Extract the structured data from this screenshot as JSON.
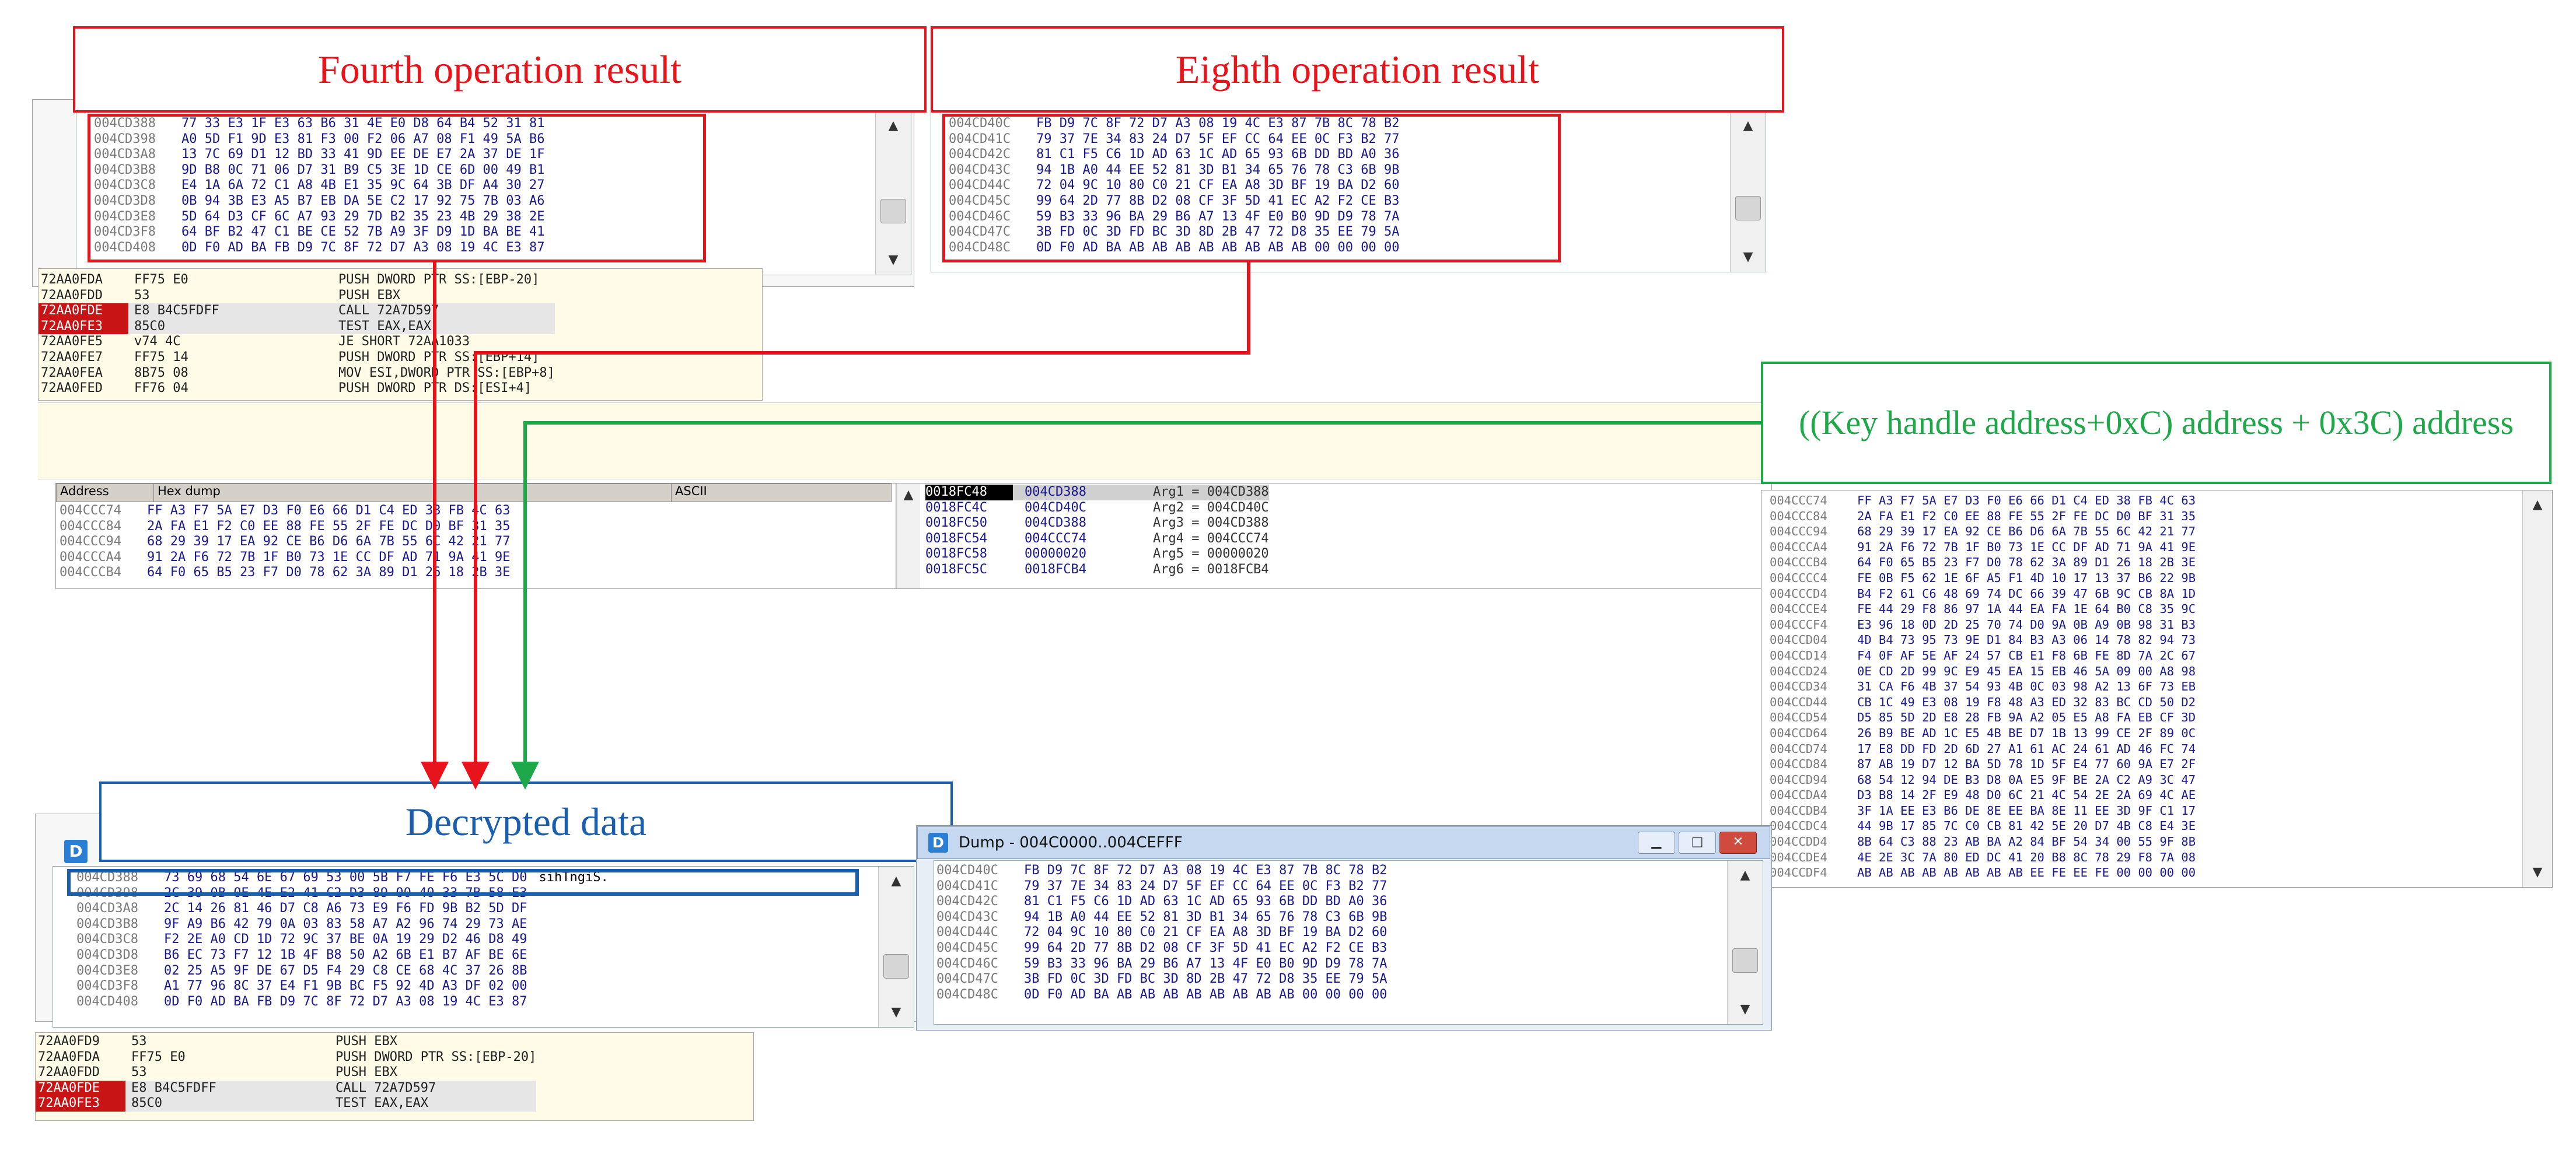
{
  "captions": {
    "fourth": "Fourth operation result",
    "eighth": "Eighth operation result",
    "key_handle": "((Key handle address+0xC) address + 0x3C) address",
    "decrypted": "Decrypted data"
  },
  "colors": {
    "red": "#e8141c",
    "green": "#1ea84a",
    "blue": "#1a5fad"
  },
  "dump_fourth": {
    "rows": [
      {
        "addr": "004CD388",
        "hex": "77 33 E3 1F E3 63 B6 31 4E E0 D8 64 B4 52 31 81"
      },
      {
        "addr": "004CD398",
        "hex": "A0 5D F1 9D E3 81 F3 00 F2 06 A7 08 F1 49 5A B6"
      },
      {
        "addr": "004CD3A8",
        "hex": "13 7C 69 D1 12 BD 33 41 9D EE DE E7 2A 37 DE 1F"
      },
      {
        "addr": "004CD3B8",
        "hex": "9D B8 0C 71 06 D7 31 B9 C5 3E 1D CE 6D 00 49 B1"
      },
      {
        "addr": "004CD3C8",
        "hex": "E4 1A 6A 72 C1 A8 4B E1 35 9C 64 3B DF A4 30 27"
      },
      {
        "addr": "004CD3D8",
        "hex": "0B 94 3B E3 A5 B7 EB DA 5E C2 17 92 75 7B 03 A6"
      },
      {
        "addr": "004CD3E8",
        "hex": "5D 64 D3 CF 6C A7 93 29 7D B2 35 23 4B 29 38 2E"
      },
      {
        "addr": "004CD3F8",
        "hex": "64 BF B2 47 C1 BE CE 52 7B A9 3F D9 1D BA BE 41"
      },
      {
        "addr": "004CD408",
        "hex": "0D F0 AD BA FB D9 7C 8F 72 D7 A3 08 19 4C E3 87"
      }
    ]
  },
  "dump_eighth": {
    "rows": [
      {
        "addr": "004CD40C",
        "hex": "FB D9 7C 8F 72 D7 A3 08 19 4C E3 87 7B 8C 78 B2"
      },
      {
        "addr": "004CD41C",
        "hex": "79 37 7E 34 83 24 D7 5F EF CC 64 EE 0C F3 B2 77"
      },
      {
        "addr": "004CD42C",
        "hex": "81 C1 F5 C6 1D AD 63 1C AD 65 93 6B DD BD A0 36"
      },
      {
        "addr": "004CD43C",
        "hex": "94 1B A0 44 EE 52 81 3D B1 34 65 76 78 C3 6B 9B"
      },
      {
        "addr": "004CD44C",
        "hex": "72 04 9C 10 80 C0 21 CF EA A8 3D BF 19 BA D2 60"
      },
      {
        "addr": "004CD45C",
        "hex": "99 64 2D 77 8B D2 08 CF 3F 5D 41 EC A2 F2 CE B3"
      },
      {
        "addr": "004CD46C",
        "hex": "59 B3 33 96 BA 29 B6 A7 13 4F E0 B0 9D D9 78 7A"
      },
      {
        "addr": "004CD47C",
        "hex": "3B FD 0C 3D FD BC 3D 8D 2B 47 72 D8 35 EE 79 5A"
      },
      {
        "addr": "004CD48C",
        "hex": "0D F0 AD BA AB AB AB AB AB AB AB AB 00 00 00 00"
      }
    ]
  },
  "disasm_top": {
    "rows": [
      {
        "addr": "72AA0FDA",
        "bytes": "FF75 E0",
        "instr": "PUSH DWORD PTR SS:[EBP-20]",
        "hl": false
      },
      {
        "addr": "72AA0FDD",
        "bytes": "53",
        "instr": "PUSH EBX",
        "hl": false
      },
      {
        "addr": "72AA0FDE",
        "bytes": "E8 B4C5FDFF",
        "instr": "CALL 72A7D597",
        "hl": true
      },
      {
        "addr": "72AA0FE3",
        "bytes": "85C0",
        "instr": "TEST EAX,EAX",
        "hl": true
      },
      {
        "addr": "72AA0FE5",
        "bytes": "v74 4C",
        "instr": "JE SHORT 72AA1033",
        "hl": false
      },
      {
        "addr": "72AA0FE7",
        "bytes": "FF75 14",
        "instr": "PUSH DWORD PTR SS:[EBP+14]",
        "hl": false
      },
      {
        "addr": "72AA0FEA",
        "bytes": "8B75 08",
        "instr": "MOV ESI,DWORD PTR SS:[EBP+8]",
        "hl": false
      },
      {
        "addr": "72AA0FED",
        "bytes": "FF76 04",
        "instr": "PUSH DWORD PTR DS:[ESI+4]",
        "hl": false
      }
    ]
  },
  "hexdump_mid": {
    "header": {
      "address": "Address",
      "hex": "Hex dump",
      "ascii": "ASCII"
    },
    "rows": [
      {
        "addr": "004CCC74",
        "hex": "FF A3 F7 5A E7 D3 F0 E6 66 D1 C4 ED 38 FB 4C 63"
      },
      {
        "addr": "004CCC84",
        "hex": "2A FA E1 F2 C0 EE 88 FE 55 2F FE DC D0 BF 31 35"
      },
      {
        "addr": "004CCC94",
        "hex": "68 29 39 17 EA 92 CE B6 D6 6A 7B 55 6C 42 21 77"
      },
      {
        "addr": "004CCCA4",
        "hex": "91 2A F6 72 7B 1F B0 73 1E CC DF AD 71 9A 41 9E"
      },
      {
        "addr": "004CCCB4",
        "hex": "64 F0 65 B5 23 F7 D0 78 62 3A 89 D1 26 18 2B 3E"
      }
    ]
  },
  "stack": {
    "rows": [
      {
        "addr": "0018FC48",
        "val": "004CD388",
        "comment": "Arg1 = 004CD388",
        "sel": true
      },
      {
        "addr": "0018FC4C",
        "val": "004CD40C",
        "comment": "Arg2 = 004CD40C",
        "sel": false
      },
      {
        "addr": "0018FC50",
        "val": "004CD388",
        "comment": "Arg3 = 004CD388",
        "sel": false
      },
      {
        "addr": "0018FC54",
        "val": "004CCC74",
        "comment": "Arg4 = 004CCC74",
        "sel": false
      },
      {
        "addr": "0018FC58",
        "val": "00000020",
        "comment": "Arg5 = 00000020",
        "sel": false
      },
      {
        "addr": "0018FC5C",
        "val": "0018FCB4",
        "comment": "Arg6 = 0018FCB4",
        "sel": false
      }
    ]
  },
  "key_dump": {
    "rows": [
      {
        "addr": "004CCC74",
        "hex": "FF A3 F7 5A E7 D3 F0 E6 66 D1 C4 ED 38 FB 4C 63"
      },
      {
        "addr": "004CCC84",
        "hex": "2A FA E1 F2 C0 EE 88 FE 55 2F FE DC D0 BF 31 35"
      },
      {
        "addr": "004CCC94",
        "hex": "68 29 39 17 EA 92 CE B6 D6 6A 7B 55 6C 42 21 77"
      },
      {
        "addr": "004CCCA4",
        "hex": "91 2A F6 72 7B 1F B0 73 1E CC DF AD 71 9A 41 9E"
      },
      {
        "addr": "004CCCB4",
        "hex": "64 F0 65 B5 23 F7 D0 78 62 3A 89 D1 26 18 2B 3E"
      },
      {
        "addr": "004CCCC4",
        "hex": "FE 0B F5 62 1E 6F A5 F1 4D 10 17 13 37 B6 22 9B"
      },
      {
        "addr": "004CCCD4",
        "hex": "B4 F2 61 C6 48 69 74 DC 66 39 47 6B 9C CB 8A 1D"
      },
      {
        "addr": "004CCCE4",
        "hex": "FE 44 29 F8 86 97 1A 44 EA FA 1E 64 B0 C8 35 9C"
      },
      {
        "addr": "004CCCF4",
        "hex": "E3 96 18 0D 2D 25 70 74 D0 9A 0B A9 0B 98 31 B3"
      },
      {
        "addr": "004CCD04",
        "hex": "4D B4 73 95 73 9E D1 84 B3 A3 06 14 78 82 94 73"
      },
      {
        "addr": "004CCD14",
        "hex": "F4 0F AF 5E AF 24 57 CB E1 F8 6B FE 8D 7A 2C 67"
      },
      {
        "addr": "004CCD24",
        "hex": "0E CD 2D 99 9C E9 45 EA 15 EB 46 5A 09 00 A8 98"
      },
      {
        "addr": "004CCD34",
        "hex": "31 CA F6 4B 37 54 93 4B 0C 03 98 A2 13 6F 73 EB"
      },
      {
        "addr": "004CCD44",
        "hex": "CB 1C 49 E3 08 19 F8 48 A3 ED 32 83 BC CD 50 D2"
      },
      {
        "addr": "004CCD54",
        "hex": "D5 85 5D 2D E8 28 FB 9A A2 05 E5 A8 FA EB CF 3D"
      },
      {
        "addr": "004CCD64",
        "hex": "26 B9 BE AD 1C E5 4B BE D7 1B 13 99 CE 2F 89 0C"
      },
      {
        "addr": "004CCD74",
        "hex": "17 E8 DD FD 2D 6D 27 A1 61 AC 24 61 AD 46 FC 74"
      },
      {
        "addr": "004CCD84",
        "hex": "87 AB 19 D7 12 BA 5D 78 1D 5F E4 77 60 9A E7 2F"
      },
      {
        "addr": "004CCD94",
        "hex": "68 54 12 94 DE B3 D8 0A E5 9F BE 2A C2 A9 3C 47"
      },
      {
        "addr": "004CCDA4",
        "hex": "D3 B8 14 2F E9 48 D0 6C 21 4C 54 2E 2A 69 4C AE"
      },
      {
        "addr": "004CCDB4",
        "hex": "3F 1A EE E3 B6 DE 8E EE BA 8E 11 EE 3D 9F C1 17"
      },
      {
        "addr": "004CCDC4",
        "hex": "44 9B 17 85 7C C0 CB 81 42 5E 20 D7 4B C8 E4 3E"
      },
      {
        "addr": "004CCDD4",
        "hex": "8B 64 C3 88 23 AB BA A2 84 BF 54 34 00 55 9F 8B"
      },
      {
        "addr": "004CCDE4",
        "hex": "4E 2E 3C 7A 80 ED DC 41 20 B8 8C 78 29 F8 7A 08"
      },
      {
        "addr": "004CCDF4",
        "hex": "AB AB AB AB AB AB AB AB EE FE EE FE 00 00 00 00"
      }
    ]
  },
  "decrypted_dump": {
    "rows": [
      {
        "addr": "004CD388",
        "hex": "73 69 68 54 6E 67 69 53 00 5B F7 FE F6 E3 5C D0",
        "ascii": "sihTngiS."
      },
      {
        "addr": "004CD398",
        "hex": "2C 39 0B 0E 4E E2 41 C2 D3 89 00 40 33 7B 58 E3",
        "ascii": ""
      },
      {
        "addr": "004CD3A8",
        "hex": "2C 14 26 81 46 D7 C8 A6 73 E9 F6 FD 9B B2 5D DF",
        "ascii": ""
      },
      {
        "addr": "004CD3B8",
        "hex": "9F A9 B6 42 79 0A 03 83 58 A7 A2 96 74 29 73 AE",
        "ascii": ""
      },
      {
        "addr": "004CD3C8",
        "hex": "F2 2E A0 CD 1D 72 9C 37 BE 0A 19 29 D2 46 D8 49",
        "ascii": ""
      },
      {
        "addr": "004CD3D8",
        "hex": "B6 EC 73 F7 12 1B 4F B8 50 A2 6B E1 B7 AF BE 6E",
        "ascii": ""
      },
      {
        "addr": "004CD3E8",
        "hex": "02 25 A5 9F DE 67 D5 F4 29 C8 CE 68 4C 37 26 8B",
        "ascii": ""
      },
      {
        "addr": "004CD3F8",
        "hex": "A1 77 96 8C 37 E4 F1 9B BC F5 92 4D A3 DF 02 00",
        "ascii": ""
      },
      {
        "addr": "004CD408",
        "hex": "0D F0 AD BA FB D9 7C 8F 72 D7 A3 08 19 4C E3 87",
        "ascii": ""
      }
    ]
  },
  "disasm_bottom": {
    "rows": [
      {
        "addr": "72AA0FD9",
        "bytes": "53",
        "instr": "PUSH EBX",
        "hl": false
      },
      {
        "addr": "72AA0FDA",
        "bytes": "FF75 E0",
        "instr": "PUSH DWORD PTR SS:[EBP-20]",
        "hl": false
      },
      {
        "addr": "72AA0FDD",
        "bytes": "53",
        "instr": "PUSH EBX",
        "hl": false
      },
      {
        "addr": "72AA0FDE",
        "bytes": "E8 B4C5FDFF",
        "instr": "CALL 72A7D597",
        "hl": true
      },
      {
        "addr": "72AA0FE3",
        "bytes": "85C0",
        "instr": "TEST EAX,EAX",
        "hl": true
      }
    ]
  },
  "dump_window": {
    "title": "Dump - 004C0000..004CEFFF",
    "icon_letter": "D",
    "rows": [
      {
        "addr": "004CD40C",
        "hex": "FB D9 7C 8F 72 D7 A3 08 19 4C E3 87 7B 8C 78 B2"
      },
      {
        "addr": "004CD41C",
        "hex": "79 37 7E 34 83 24 D7 5F EF CC 64 EE 0C F3 B2 77"
      },
      {
        "addr": "004CD42C",
        "hex": "81 C1 F5 C6 1D AD 63 1C AD 65 93 6B DD BD A0 36"
      },
      {
        "addr": "004CD43C",
        "hex": "94 1B A0 44 EE 52 81 3D B1 34 65 76 78 C3 6B 9B"
      },
      {
        "addr": "004CD44C",
        "hex": "72 04 9C 10 80 C0 21 CF EA A8 3D BF 19 BA D2 60"
      },
      {
        "addr": "004CD45C",
        "hex": "99 64 2D 77 8B D2 08 CF 3F 5D 41 EC A2 F2 CE B3"
      },
      {
        "addr": "004CD46C",
        "hex": "59 B3 33 96 BA 29 B6 A7 13 4F E0 B0 9D D9 78 7A"
      },
      {
        "addr": "004CD47C",
        "hex": "3B FD 0C 3D FD BC 3D 8D 2B 47 72 D8 35 EE 79 5A"
      },
      {
        "addr": "004CD48C",
        "hex": "0D F0 AD BA AB AB AB AB AB AB AB AB 00 00 00 00"
      }
    ]
  }
}
